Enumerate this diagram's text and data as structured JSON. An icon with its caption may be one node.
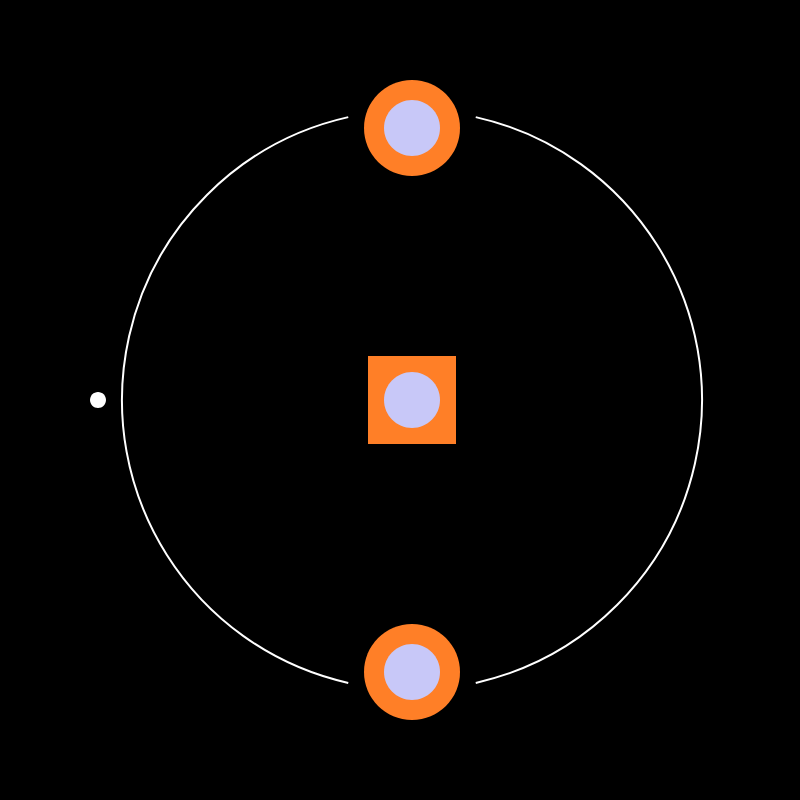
{
  "diagram": {
    "nodes": [
      {
        "text": [],
        "shape": "circle"
      },
      {
        "text": [],
        "shape": "box"
      },
      {
        "text": [],
        "shape": "circle"
      }
    ]
  }
}
